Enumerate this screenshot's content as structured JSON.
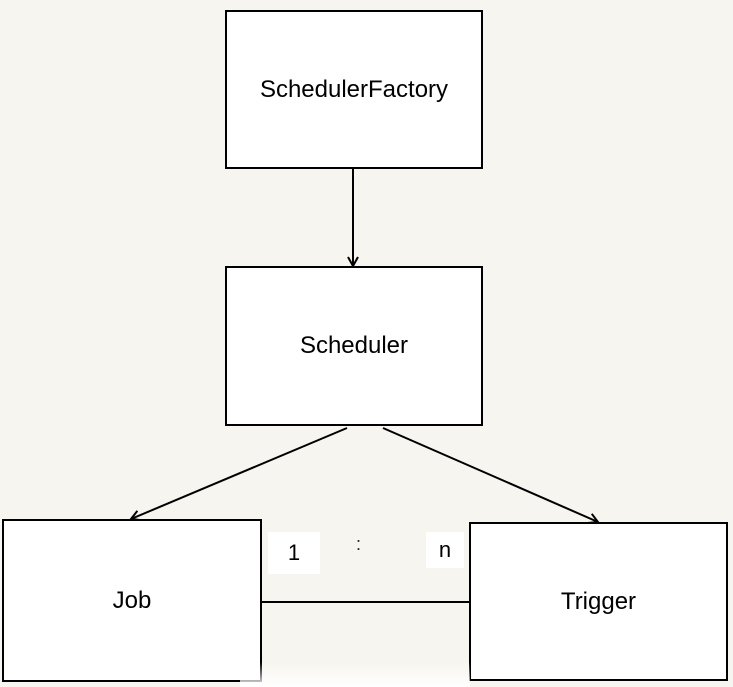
{
  "diagram": {
    "nodes": {
      "scheduler_factory": "SchedulerFactory",
      "scheduler": "Scheduler",
      "job": "Job",
      "trigger": "Trigger"
    },
    "relation": {
      "left": "1",
      "separator": ":",
      "right": "n"
    },
    "edges": [
      {
        "from": "SchedulerFactory",
        "to": "Scheduler",
        "type": "arrow"
      },
      {
        "from": "Scheduler",
        "to": "Job",
        "type": "arrow"
      },
      {
        "from": "Scheduler",
        "to": "Trigger",
        "type": "arrow"
      },
      {
        "from": "Job",
        "to": "Trigger",
        "type": "line"
      }
    ],
    "colors": {
      "background": "#f7f5ef",
      "box_fill": "#ffffff",
      "stroke": "#000000"
    }
  }
}
